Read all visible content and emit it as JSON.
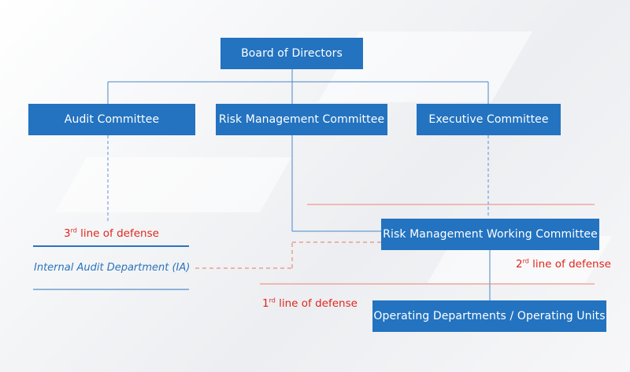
{
  "nodes": {
    "board": "Board of Directors",
    "audit": "Audit Committee",
    "risk": "Risk Management Committee",
    "executive": "Executive Committee",
    "rmwc": "Risk Management Working Committee",
    "operating": "Operating Departments / Operating Units"
  },
  "lines_of_defense": {
    "third": {
      "num": "3",
      "sup": "rd",
      "text": " line of defense"
    },
    "second": {
      "num": "2",
      "sup": "rd",
      "text": " line of defense"
    },
    "first": {
      "num": "1",
      "sup": "rd",
      "text": " line of defense"
    }
  },
  "internal_audit": "Internal Audit Department (IA)",
  "colors": {
    "box": "#2373c0",
    "line_blue": "#3f7fc4",
    "line_red": "#e8775f",
    "label_red": "#e0261b"
  }
}
